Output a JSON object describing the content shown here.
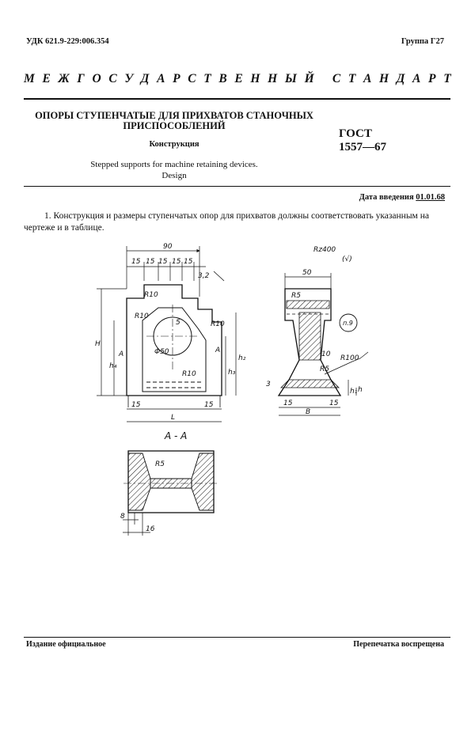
{
  "header": {
    "udk": "УДК 621.9-229:006.354",
    "group": "Группа Г27",
    "banner_left": [
      "М",
      "Е",
      "Ж",
      "Г",
      "О",
      "С",
      "У",
      "Д",
      "А",
      "Р",
      "С",
      "Т",
      "В",
      "Е",
      "Н",
      "Н",
      "Ы",
      "Й"
    ],
    "banner_right": [
      "С",
      "Т",
      "А",
      "Н",
      "Д",
      "А",
      "Р",
      "Т"
    ]
  },
  "title": {
    "line1": "ОПОРЫ СТУПЕНЧАТЫЕ ДЛЯ ПРИХВАТОВ СТАНОЧНЫХ",
    "line2": "ПРИСПОСОБЛЕНИЙ",
    "subtitle": "Конструкция",
    "english_line1": "Stepped supports for machine retaining devices.",
    "english_line2": "Design"
  },
  "standard": {
    "code": "ГОСТ",
    "number": "1557—67"
  },
  "intro_date": {
    "label": "Дата введения ",
    "value": "01.01.68"
  },
  "paragraph1": "1. Конструкция и размеры ступенчатых опор для прихватов должны соответствовать указанным на чертеже и в таблице.",
  "drawing": {
    "dim_90": "90",
    "dim_15": "15",
    "dim_50": "50",
    "dim_16": "16",
    "dim_8": "8",
    "dim_10": "10",
    "dim_3": "3",
    "dim_3_2": "3,2",
    "dim_phi50": "Φ50",
    "r10": "R10",
    "r5": "R5",
    "r100": "R100",
    "rz": "Rz400",
    "rz_paren": "(√)",
    "point9": "п.9",
    "label_H": "H",
    "label_h4": "h₄",
    "label_h3": "h₃",
    "label_h2": "h₂",
    "label_h1": "h₁",
    "label_h": "h",
    "label_L": "L",
    "label_B": "B",
    "label_A": "A",
    "label_5": "5",
    "section": "A - A"
  },
  "footer": {
    "left": "Издание официальное",
    "right": "Перепечатка воспрещена"
  }
}
